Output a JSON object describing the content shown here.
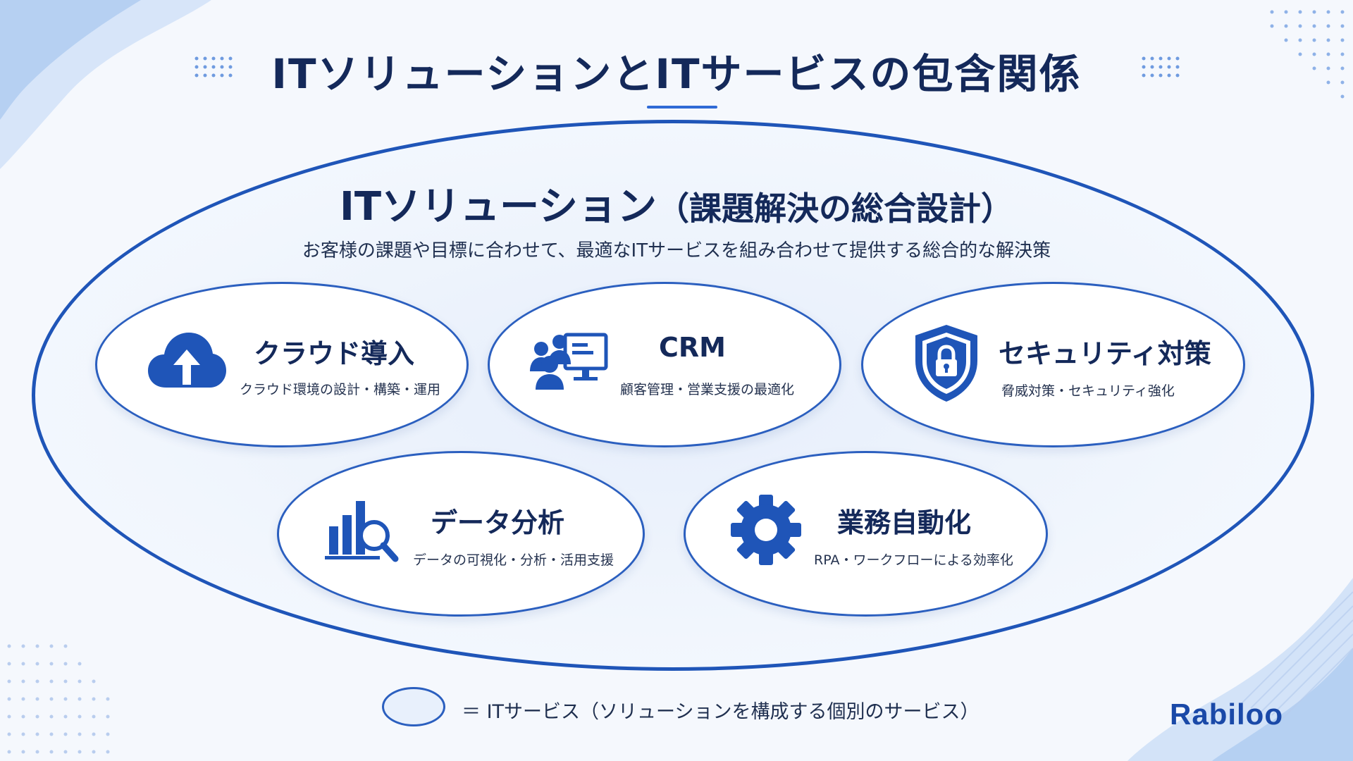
{
  "title": "ITソリューションとITサービスの包含関係",
  "solution": {
    "title": "ITソリューション",
    "subtitle": "（課題解決の総合設計）",
    "description": "お客様の課題や目標に合わせて、最適なITサービスを組み合わせて提供する総合的な解決策"
  },
  "services": [
    {
      "name": "クラウド導入",
      "desc": "クラウド環境の設計・構築・運用",
      "icon": "cloud-upload-icon"
    },
    {
      "name": "CRM",
      "desc": "顧客管理・営業支援の最適化",
      "icon": "crm-users-icon"
    },
    {
      "name": "セキュリティ対策",
      "desc": "脅威対策・セキュリティ強化",
      "icon": "shield-lock-icon"
    },
    {
      "name": "データ分析",
      "desc": "データの可視化・分析・活用支援",
      "icon": "chart-search-icon"
    },
    {
      "name": "業務自動化",
      "desc": "RPA・ワークフローによる効率化",
      "icon": "gear-icon"
    }
  ],
  "legend": {
    "text": "＝ ITサービス（ソリューションを構成する個別のサービス）"
  },
  "logo": "Rabiloo",
  "colors": {
    "primary": "#1f55b8",
    "title": "#14295a",
    "background": "#f5f8fd"
  }
}
